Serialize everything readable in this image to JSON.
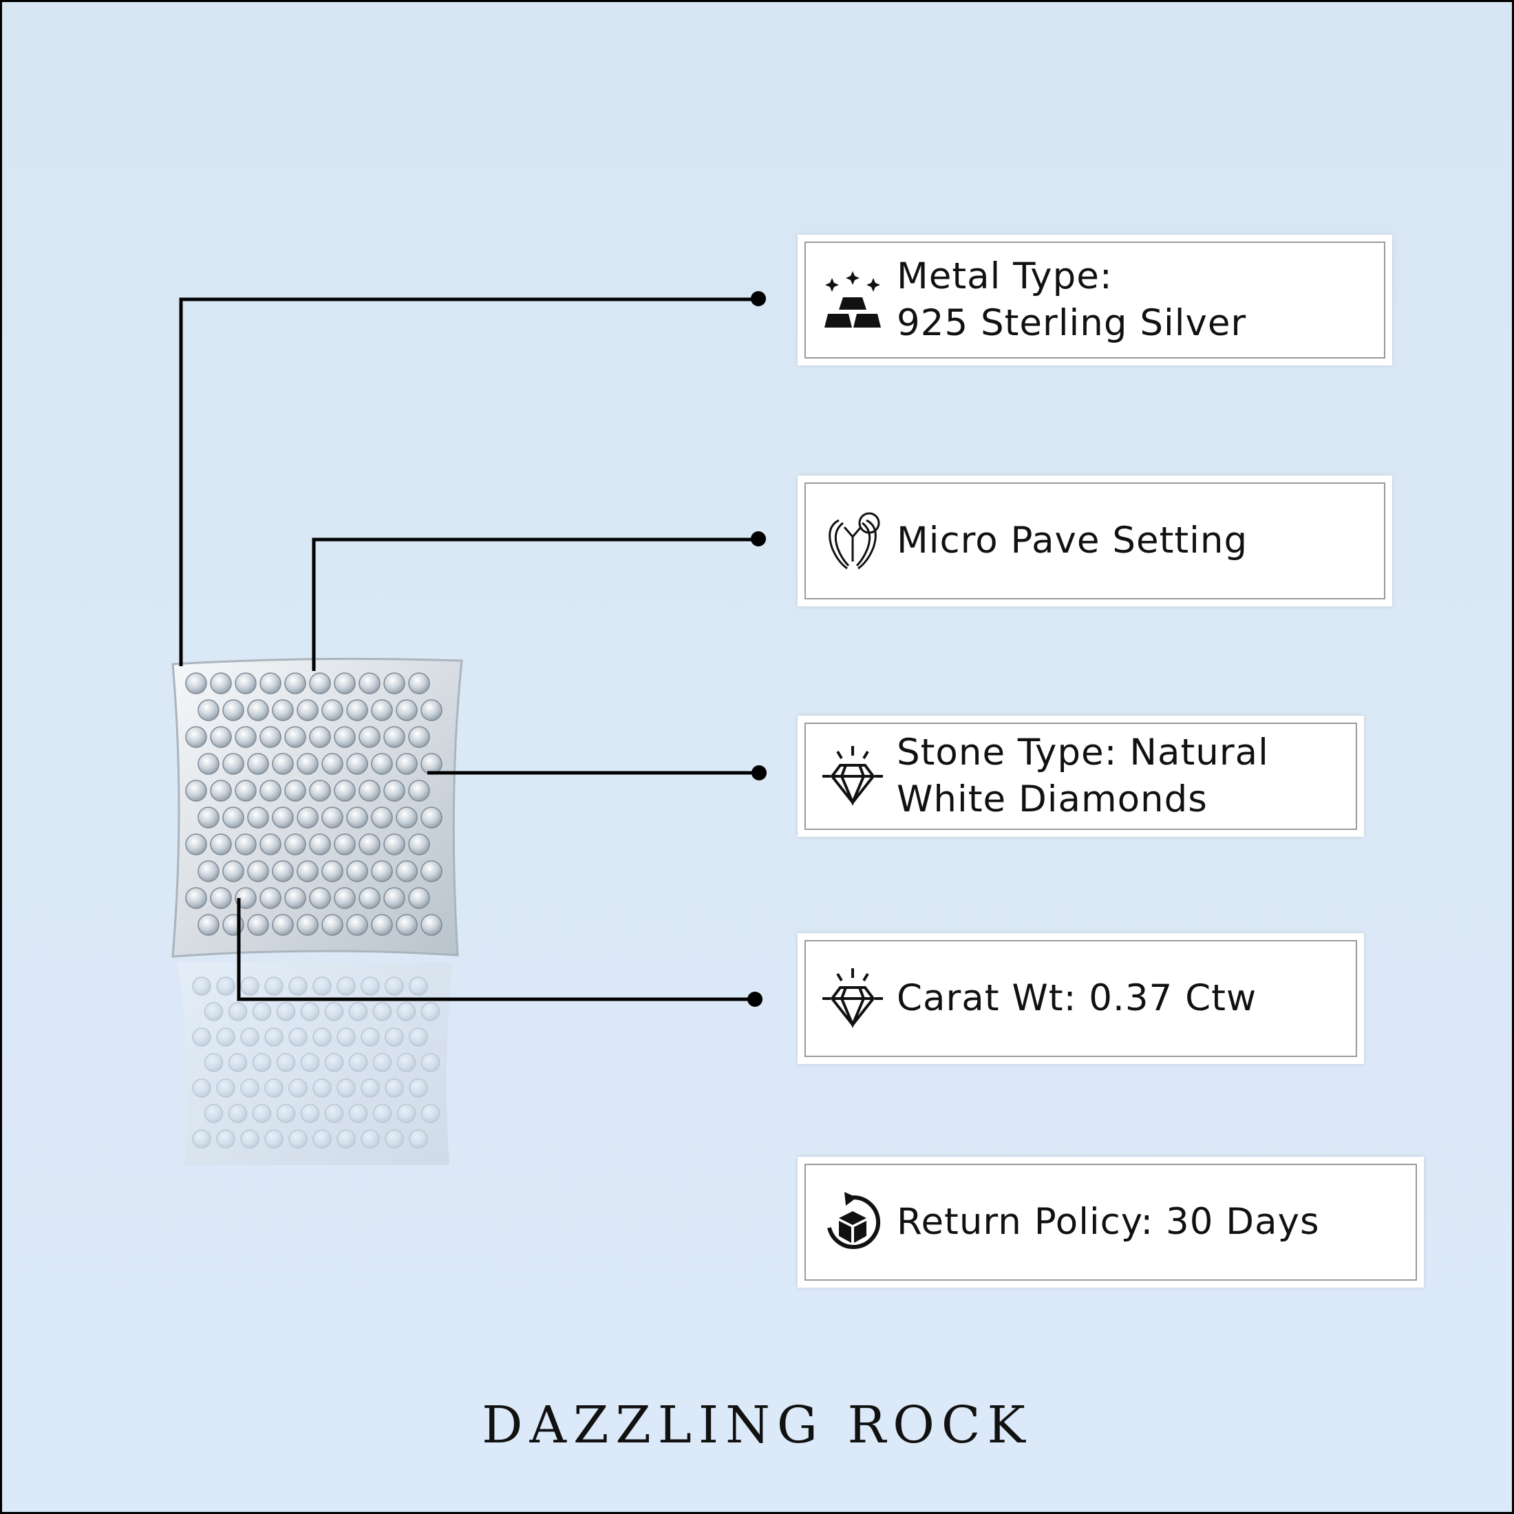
{
  "features": [
    {
      "icon": "gold-bars-sparkle-icon",
      "lines": [
        "Metal Type:",
        "925 Sterling Silver"
      ]
    },
    {
      "icon": "micro-pave-setting-icon",
      "lines": [
        "Micro Pave Setting"
      ]
    },
    {
      "icon": "shining-diamond-icon",
      "lines": [
        "Stone Type: Natural",
        "White Diamonds"
      ]
    },
    {
      "icon": "shining-diamond-icon",
      "lines": [
        "Carat Wt: 0.37 Ctw"
      ]
    },
    {
      "icon": "return-box-icon",
      "lines": [
        "Return Policy: 30 Days"
      ]
    }
  ],
  "brand": {
    "name": "DAZZLING ROCK"
  },
  "colors": {
    "background": "#dbe8f6",
    "card": "#ffffff",
    "line": "#000000"
  }
}
